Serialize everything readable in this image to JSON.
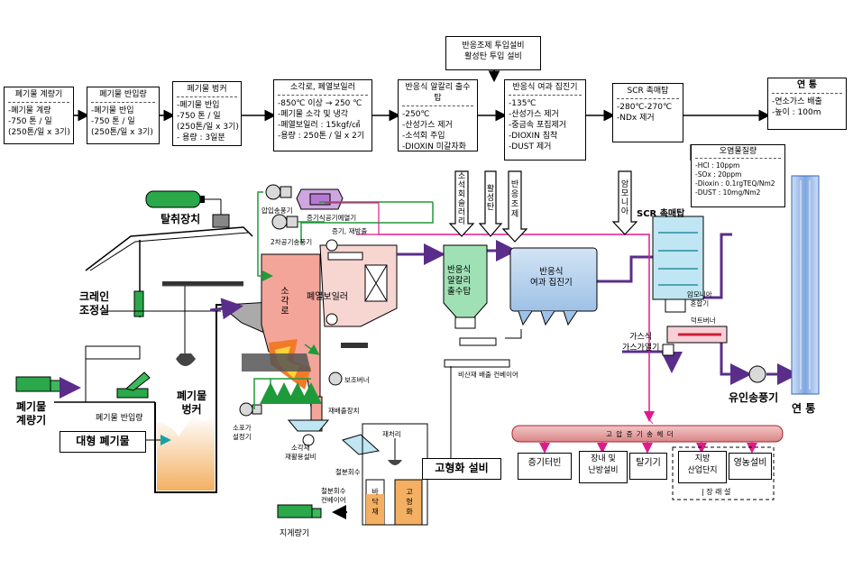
{
  "flow": {
    "reagent_box": [
      "반응조제 투입설비",
      "활성탄 투입 설비"
    ],
    "steps": [
      {
        "title": "폐기물 계량기",
        "lines": [
          "-폐기물 계량",
          "-750 톤 / 일",
          "(250톤/일 x 3기)"
        ]
      },
      {
        "title": "폐기물 반입량",
        "lines": [
          "-폐기물 반입",
          "-750 톤 / 일",
          "(250톤/일 x 3기)"
        ]
      },
      {
        "title": "폐기물 벙커",
        "lines": [
          "-폐기물 반입",
          "-750 톤 / 일",
          "(250톤/일 x 3기)",
          "- 용량 : 3일분"
        ]
      },
      {
        "title": "소각로, 폐열보일러",
        "lines": [
          "-850℃ 이상 → 250 ℃",
          "-폐기물 소각 및 냉각",
          "-폐열보일러 : 15kgf/㎠",
          "-용량 : 250톤 / 일 x 2기"
        ]
      },
      {
        "title": "반응식 알칼리 출수탑",
        "lines": [
          "-250℃",
          "-산성가스 제거",
          "-소석회 주입",
          "-DIOXIN 미갈자화"
        ]
      },
      {
        "title": "반응식 여과 집진기",
        "lines": [
          "-135℃",
          "-산성가스 제거",
          "-중금속 포집제거",
          "-DIOXIN 침착",
          "-DUST 제거"
        ]
      },
      {
        "title": "SCR 촉매탑",
        "lines": [
          "-280℃-270℃",
          "-NDx 제거"
        ]
      },
      {
        "title": "연 통",
        "lines": [
          "-연소가스 배출",
          "-높이 : 100m"
        ]
      }
    ],
    "emission": {
      "title": "오염물질량",
      "lines": [
        "-HCl : 10ppm",
        "-SOx : 20ppm",
        "-Dioxin : 0.1rgTEQ/Nm2",
        "-DUST : 10mg/Nm2"
      ]
    }
  },
  "labels": {
    "dewater": "탈취장치",
    "crane": [
      "크레인",
      "조정실"
    ],
    "truck_scale": [
      "폐기물",
      "계량기"
    ],
    "intake": "폐기물 반입량",
    "bunker": [
      "폐기물",
      "벙커"
    ],
    "bulky": "대형 폐기물",
    "primary_fan": "압입송풍기",
    "steam_air": "증기식공기예열기",
    "secondary_fan": "2차공기송풍기",
    "incinerator": [
      "소",
      "각",
      "로"
    ],
    "boiler": "폐열보일러",
    "steam_note": "증기, 재방출",
    "fan_left": [
      "소포가",
      "설정기"
    ],
    "aux_burner": "보조버너",
    "ash_convey": "재배출장치",
    "ash_cooler": [
      "소각재",
      "재활용설비"
    ],
    "ash_sep": "재처리",
    "scrap": "철분회수",
    "fly_ash_conveyor": [
      "철분회수",
      "컨베이어"
    ],
    "ash_pit": [
      "바",
      "닥",
      "재"
    ],
    "ash_pit2": [
      "고",
      "형",
      "화"
    ],
    "outside": "지게량기",
    "solidify": "고형화 설비",
    "lime": "소석회슬러리",
    "carbon": "활성탄",
    "additive": "반응조제",
    "ammonia": "암모니아",
    "scr": "SCR 촉매탑",
    "absorber": [
      "반응식",
      "알칼리",
      "출수탑"
    ],
    "filter": [
      "반응식",
      "여과 집진기"
    ],
    "ammonia_mix": [
      "암모니아",
      "혼합기"
    ],
    "duct_burner": "덕트버너",
    "gas_heater": [
      "가스식",
      "가스가열기"
    ],
    "fan": "유인송풍기",
    "stack": "연 통",
    "fly_ash": "비산재 배출 컨베이어",
    "header": "고 압 증 기 송 헤 더",
    "consumers": [
      "증기터빈",
      "장내 및\n난방설비",
      "탈기기",
      "지방\n산업단지",
      "영농설비"
    ],
    "ext": "| 장 래 설"
  }
}
